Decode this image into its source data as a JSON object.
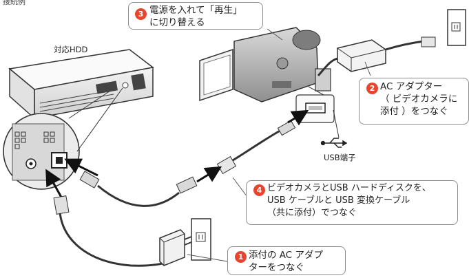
{
  "top_left_label": "接続例",
  "hdd_label": "対応HDD",
  "usb_terminal_label": "USB端子",
  "accent_color": "#e8452f",
  "steps": [
    {
      "number": "3",
      "lines": [
        "電源を入れて「再生」",
        "に切り替える"
      ]
    },
    {
      "number": "2",
      "lines": [
        "AC アダプター",
        "（ ビデオカメラに",
        "添付 ）をつなぐ"
      ]
    },
    {
      "number": "4",
      "lines": [
        "ビデオカメラとUSB ハードディスクを、",
        "USB ケーブルと USB 変換ケーブル",
        "（共に添付）でつなぐ"
      ]
    },
    {
      "number": "1",
      "lines": [
        "添付の AC アダプ",
        "ターをつなぐ"
      ]
    }
  ],
  "icons": [
    "usb-icon",
    "outlet-icon",
    "ac-adapter-icon",
    "camcorder-icon",
    "hdd-icon",
    "arrow-icon"
  ]
}
